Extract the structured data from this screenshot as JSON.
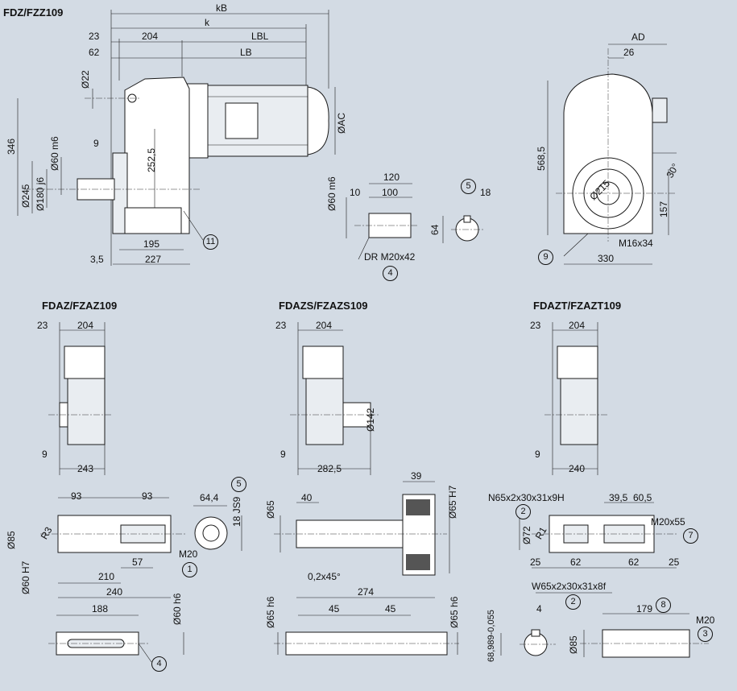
{
  "titles": {
    "main": "FDZ/FZZ109",
    "fdaz": "FDAZ/FZAZ109",
    "fdazs": "FDAZS/FZAZS109",
    "fdazt": "FDAZT/FZAZT109"
  },
  "main_view": {
    "kB": "kB",
    "k": "k",
    "d23": "23",
    "d204": "204",
    "LBL": "LBL",
    "d62": "62",
    "LB": "LB",
    "phi22": "Ø22",
    "d346": "346",
    "d9": "9",
    "phi60m6": "Ø60 m6",
    "d252_5": "252,5",
    "phiAC": "ØAC",
    "phi245": "Ø245",
    "phi180j6": "Ø180 j6",
    "d195": "195",
    "d3_5": "3,5",
    "d227": "227",
    "c11": "11"
  },
  "shaft_detail": {
    "phi60m6": "Ø60 m6",
    "d120": "120",
    "d10": "10",
    "d100": "100",
    "DR": "DR M20x42",
    "c4": "4",
    "c5": "5",
    "d18": "18",
    "d64": "64"
  },
  "side_view": {
    "AD": "AD",
    "d26": "26",
    "d568_5": "568,5",
    "phi215": "Ø215",
    "d30": "30°",
    "d157": "157",
    "M16": "M16x34",
    "d330": "330",
    "c9": "9"
  },
  "fdaz": {
    "d23": "23",
    "d204": "204",
    "d9": "9",
    "d243": "243"
  },
  "fdazs": {
    "d23": "23",
    "d204": "204",
    "d9": "9",
    "d282_5": "282,5",
    "phi142": "Ø142"
  },
  "fdazt": {
    "d23": "23",
    "d204": "204",
    "d9": "9",
    "d240": "240"
  },
  "hollow_shaft": {
    "d93a": "93",
    "d93b": "93",
    "phi85": "Ø85",
    "R3": "R3",
    "d57": "57",
    "M20": "M20",
    "c1": "1",
    "d210": "210",
    "phi60H7": "Ø60 H7",
    "d240": "240",
    "d64_4": "64,4",
    "JS9": "18 JS9",
    "c5": "5"
  },
  "shrink_disk": {
    "d39": "39",
    "d40": "40",
    "phi65": "Ø65",
    "phi65H7": "Ø65 H7",
    "chamfer": "0,2x45°",
    "d274": "274"
  },
  "torqlock": {
    "N65": "N65x2x30x31x9H",
    "c2": "2",
    "d39_5": "39,5",
    "d60_5": "60,5",
    "phi72": "Ø72",
    "R1": "R1",
    "M20x55": "M20x55",
    "c7": "7",
    "d25a": "25",
    "d62a": "62",
    "d62b": "62",
    "d25b": "25"
  },
  "pin": {
    "d188": "188",
    "phi60h6": "Ø60 h6",
    "c4": "4"
  },
  "shaft_h6": {
    "phi65h6a": "Ø65 h6",
    "d45a": "45",
    "d45b": "45",
    "phi65h6b": "Ø65 h6"
  },
  "spline": {
    "W65": "W65x2x30x31x8f",
    "c2": "2",
    "d4": "4",
    "d179": "179",
    "c8": "8",
    "range": "68,989-0,055",
    "phi85": "Ø85",
    "M20": "M20",
    "c3": "3"
  }
}
